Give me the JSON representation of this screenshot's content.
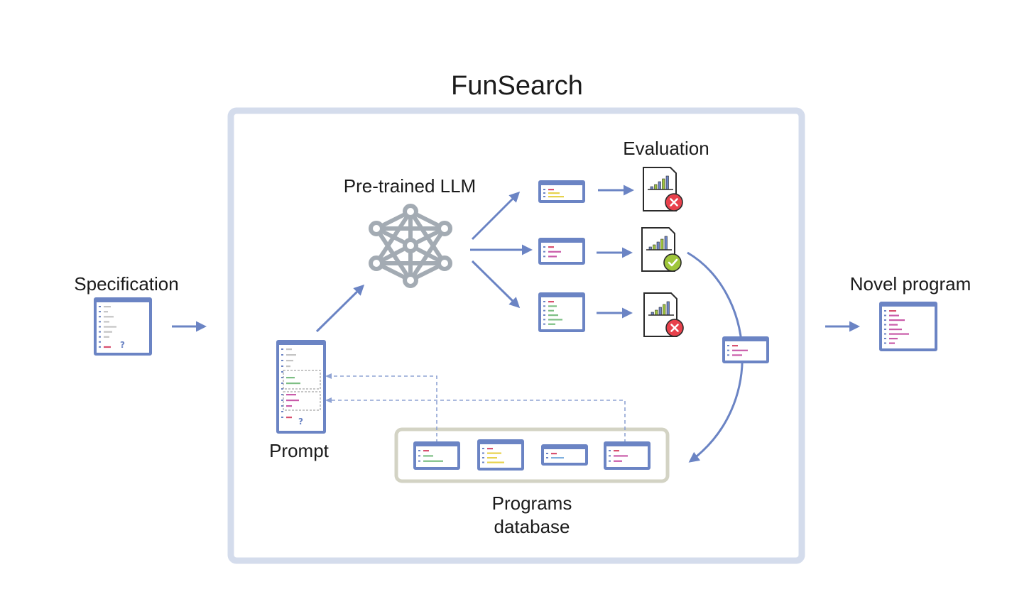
{
  "diagram": {
    "title": "FunSearch",
    "nodes": {
      "specification": "Specification",
      "novel_program": "Novel program",
      "llm": "Pre-trained LLM",
      "evaluation": "Evaluation",
      "prompt": "Prompt",
      "programs_database": "Programs database"
    },
    "prompt_unknown_mark": "?",
    "spec_unknown_mark": "?",
    "evaluation_results": [
      "fail",
      "pass",
      "fail"
    ],
    "colors": {
      "frame": "#d4dcec",
      "doc_border": "#6b84c4",
      "arrow": "#6b84c4",
      "network": "#a3abb3",
      "database_border": "#d3d3c4",
      "code_red": "#d8506f",
      "code_yellow": "#e7d24c",
      "code_green": "#7dbf84",
      "code_magenta": "#c95ba9",
      "code_gray": "#c4c4c4",
      "code_blue": "#7fb0df",
      "fail": "#e8414c",
      "pass": "#9fc63a"
    }
  }
}
